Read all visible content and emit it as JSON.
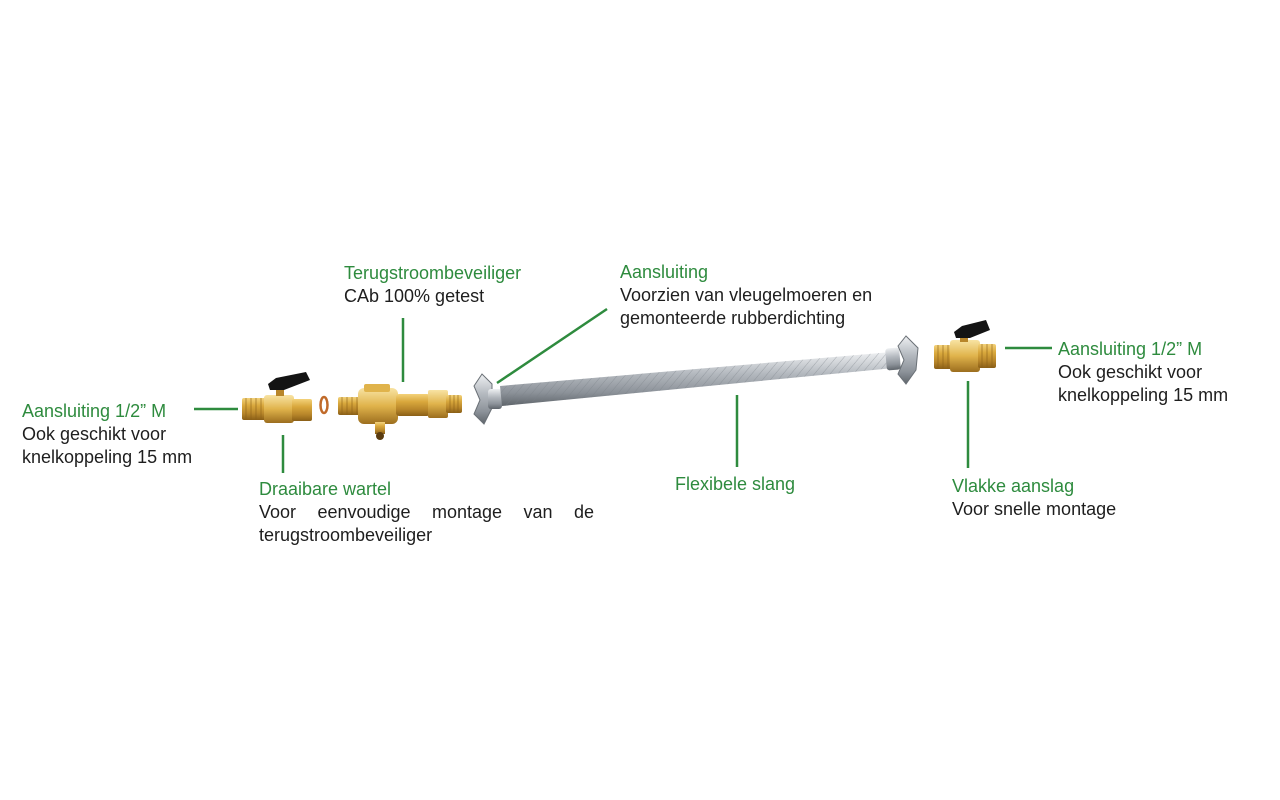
{
  "accent_color": "#2e8b3e",
  "labels": {
    "left_connection": {
      "title": "Aansluiting 1/2” M",
      "lines": [
        "Ook geschikt voor",
        "knelkoppeling 15 mm"
      ]
    },
    "backflow": {
      "title": "Terugstroombeveiliger",
      "lines": [
        "CAb 100% getest"
      ]
    },
    "swivel": {
      "title": "Draaibare wartel",
      "lines": [
        "Voor eenvoudige montage van de",
        "terugstroombeveiliger"
      ]
    },
    "hose_connection": {
      "title": "Aansluiting",
      "lines": [
        "Voorzien van vleugelmoeren en",
        "gemonteerde rubberdichting"
      ]
    },
    "flex_hose": {
      "title": "Flexibele slang"
    },
    "right_connection": {
      "title": "Aansluiting 1/2” M",
      "lines": [
        "Ook geschikt voor",
        "knelkoppeling 15 mm"
      ]
    },
    "flat_stop": {
      "title": "Vlakke aanslag",
      "lines": [
        "Voor snelle montage"
      ]
    }
  }
}
